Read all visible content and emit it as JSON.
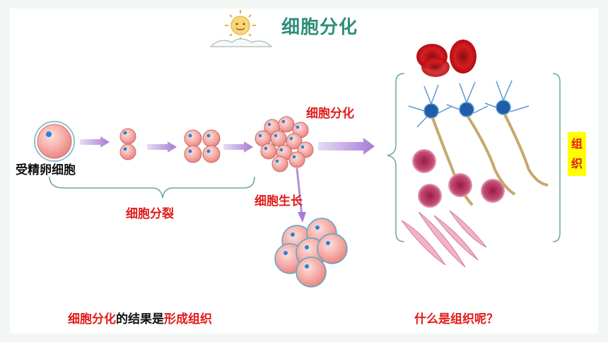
{
  "title": "细胞分化",
  "labels": {
    "fertilized_egg": "受精卵细胞",
    "cell_division": "细胞分裂",
    "cell_growth": "细胞生长",
    "cell_differentiation": "细胞分化",
    "tissue_char1": "组",
    "tissue_char2": "织"
  },
  "bottom": {
    "conclusion_part1": "细胞分化",
    "conclusion_part2": "的结果是",
    "conclusion_part3": "形成组织",
    "question": "什么是组织呢？"
  },
  "colors": {
    "title": "#2f8f7a",
    "accent_red": "#e21a1a",
    "cell_fill": "#f4a7a3",
    "nucleus": "#1e88d6",
    "arrow": "#b58ed8",
    "bracket": "#6aa6a0",
    "label_bg": "#ffff00"
  }
}
